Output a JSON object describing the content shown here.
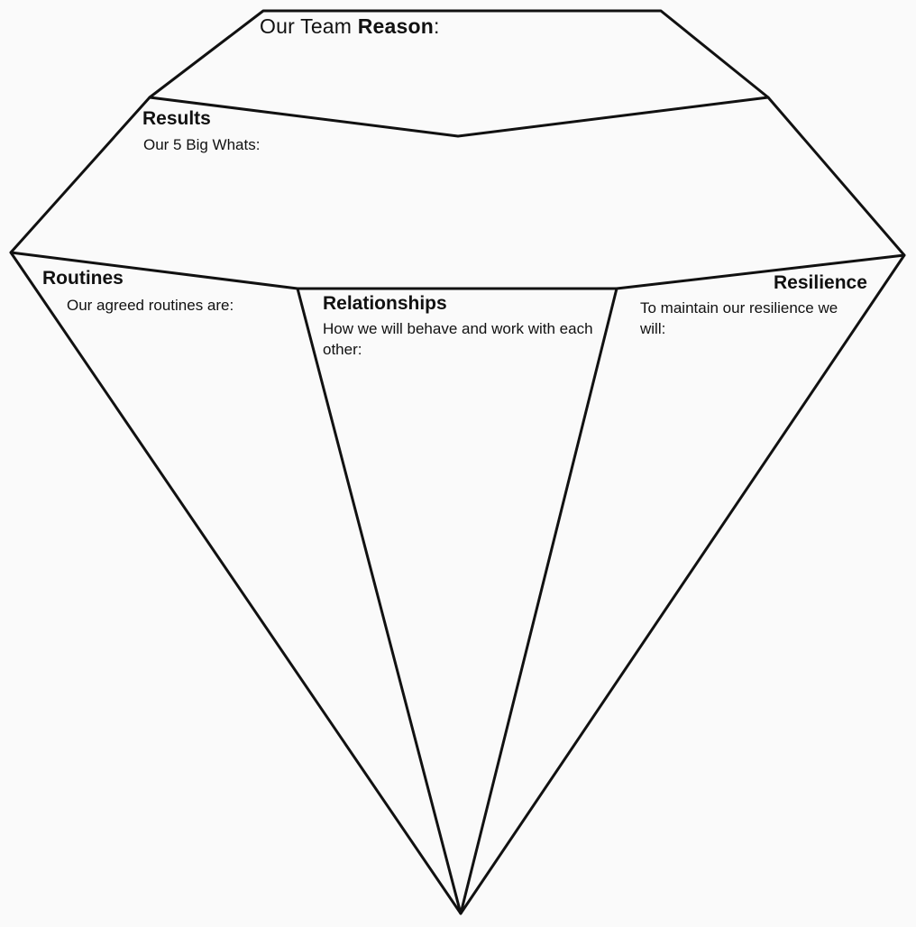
{
  "title": {
    "prefix": "Our Team ",
    "emphasis": "Reason",
    "suffix": ":"
  },
  "sections": {
    "results": {
      "heading": "Results",
      "subtext": "Our 5 Big Whats:"
    },
    "routines": {
      "heading": "Routines",
      "subtext": "Our agreed routines are:"
    },
    "relationships": {
      "heading": "Relationships",
      "subtext": "How we will behave and work with each other:"
    },
    "resilience": {
      "heading": "Resilience",
      "subtext": "To maintain our resilience we will:"
    }
  },
  "colors": {
    "stroke": "#111111",
    "background": "#fafafa"
  }
}
